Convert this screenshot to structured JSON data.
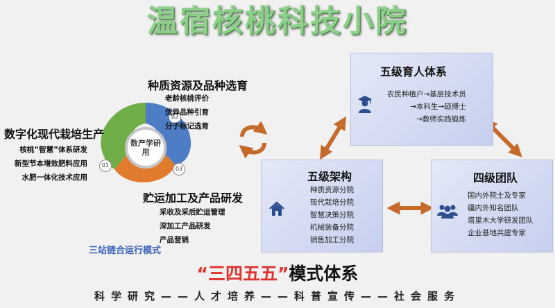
{
  "title": "温宿核桃科技小院",
  "cycle": {
    "center_label": "数产学研用",
    "nodes": [
      "02",
      "01",
      "03"
    ],
    "caption": "三站链合运行模式",
    "colors": {
      "blue": "#4d7dc4",
      "green": "#6fad46",
      "orange": "#e07b2e"
    }
  },
  "left_groups": {
    "top": {
      "title": "种质资源及品种选育",
      "items": [
        "老龄核桃评价",
        "优异品种引育",
        "分子标记选育"
      ]
    },
    "left": {
      "title": "数字化现代栽培生产",
      "items": [
        "核桃“智慧”体系研发",
        "新型节本增效肥料应用",
        "水肥一体化技术应用"
      ]
    },
    "bottom": {
      "title": "贮运加工及产品研发",
      "items": [
        "采收及采后贮运管理",
        "深加工产品研发",
        "产品营销"
      ]
    }
  },
  "boxes": {
    "five_level_training": {
      "title": "五级育人体系",
      "items": [
        "农民种植户→基层技术员",
        "→本科生→硕博士",
        "→教师实践锻炼"
      ],
      "icon": "graduate-icon"
    },
    "five_level_structure": {
      "title": "五级架构",
      "items": [
        "种质资源分院",
        "现代栽培分院",
        "智慧决策分院",
        "机械装备分院",
        "销售加工分院"
      ],
      "icon": "house-icon"
    },
    "four_level_team": {
      "title": "四级团队",
      "items": [
        "国内外院士及专家",
        "疆内外知名团队",
        "塔里木大学研发团队",
        "企业基地共建专家"
      ],
      "icon": "team-icon"
    }
  },
  "bottom": {
    "quoted": "“三四五五”",
    "rest": "模式体系"
  },
  "footer": "科学研究——人才培养——科普宣传——社会服务"
}
